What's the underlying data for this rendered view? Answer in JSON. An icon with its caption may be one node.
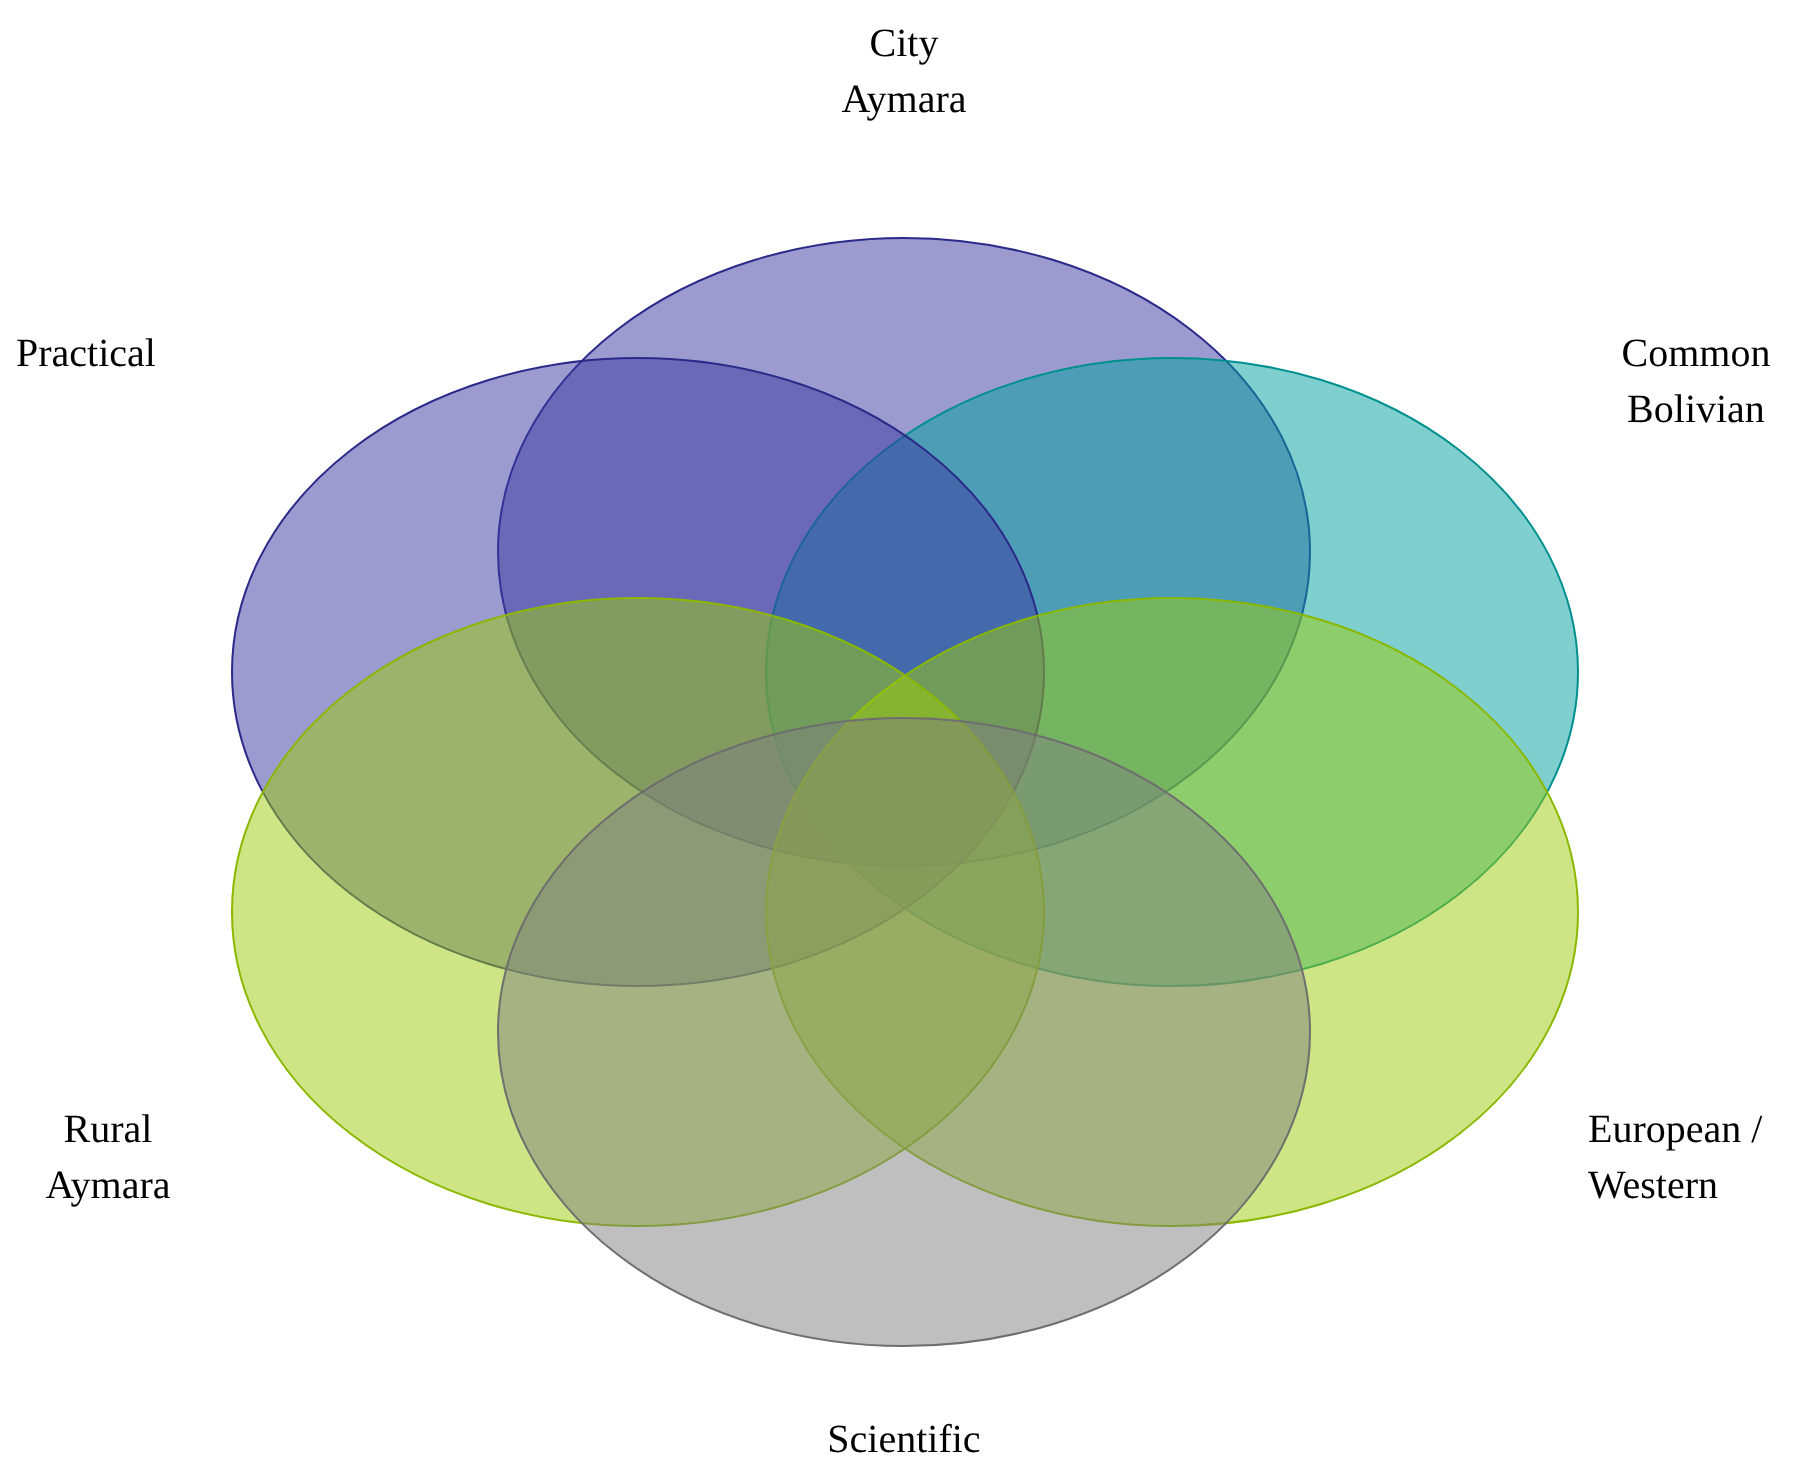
{
  "diagram": {
    "nodes": [
      {
        "text": [],
        "shape": "ellipse",
        "beside": [
          "City Aymara"
        ]
      },
      {
        "text": [],
        "shape": "ellipse",
        "beside": [
          "Practical"
        ]
      },
      {
        "text": [],
        "shape": "ellipse",
        "beside": [
          "Common Bolivian"
        ]
      },
      {
        "text": [],
        "shape": "ellipse",
        "beside": [
          "Rural Aymara"
        ]
      },
      {
        "text": [],
        "shape": "ellipse",
        "beside": [
          "European / Western"
        ]
      },
      {
        "text": [],
        "shape": "ellipse",
        "beside": [
          "Scientific"
        ]
      }
    ]
  }
}
